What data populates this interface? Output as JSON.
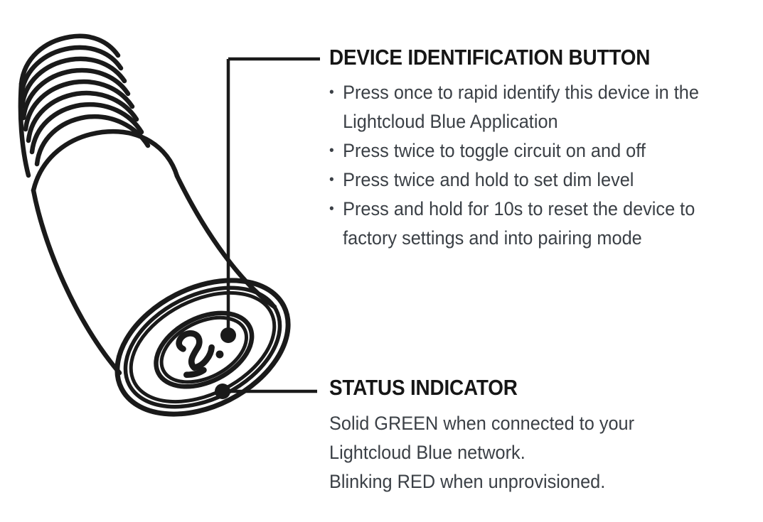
{
  "figure": {
    "background_color": "#ffffff",
    "line_color": "#1a1a1a",
    "title_color": "#161616",
    "body_color": "#3b4046"
  },
  "device": {
    "name": "screw-in lamp module",
    "parts": {
      "threaded_base": "threaded screw base",
      "body": "cylindrical body",
      "end_cap": "round end cap",
      "logo": "manufacturer logo glyph",
      "identification_button": "device identification button",
      "status_indicator": "status indicator LED"
    }
  },
  "callouts": [
    {
      "id": "device-identification-button",
      "title": "DEVICE IDENTIFICATION BUTTON",
      "bullets": [
        "Press once to rapid identify this device in the Lightcloud Blue Application",
        "Press twice to toggle circuit on and off",
        "Press twice and hold to set dim level",
        "Press and hold for 10s to reset the device to factory settings and into pairing mode"
      ]
    },
    {
      "id": "status-indicator",
      "title": "STATUS INDICATOR",
      "lines": [
        "Solid GREEN when connected to your",
        "Lightcloud Blue network.",
        "Blinking RED when unprovisioned."
      ]
    }
  ]
}
